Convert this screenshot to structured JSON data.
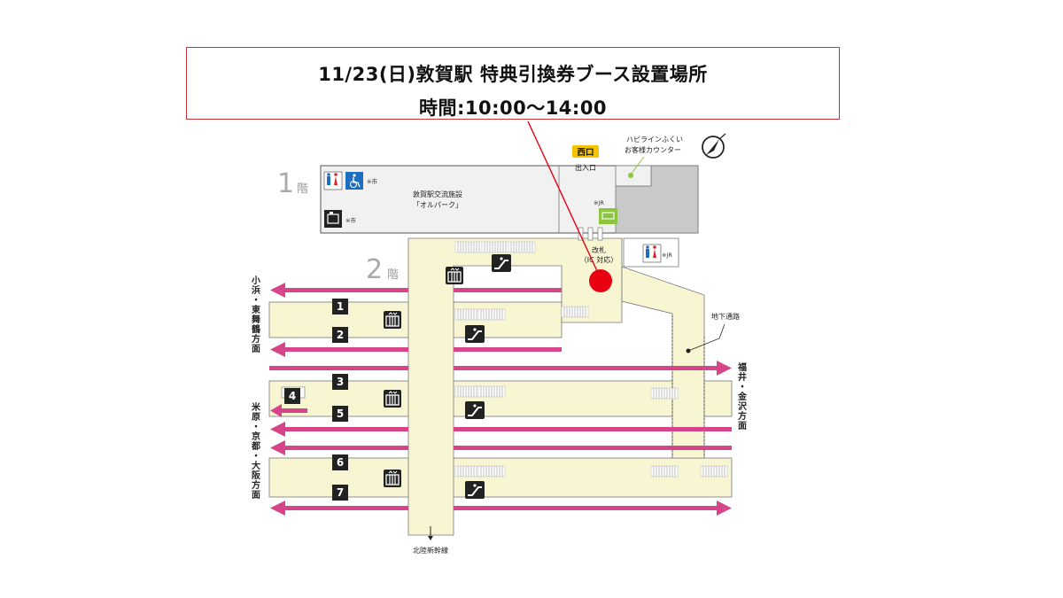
{
  "header": {
    "title_line1": "11/23(日)敦賀駅  特典引換券ブース設置場所",
    "title_line2": "時間:10:00〜14:00"
  },
  "floors": {
    "floor1_num": "1",
    "floor1_kanji": "階",
    "floor2_num": "2",
    "floor2_kanji": "階"
  },
  "labels": {
    "west_exit": "西口",
    "entrance": "出入口",
    "service_counter_line1": "ハピラインふくい",
    "service_counter_line2": "お客様カウンター",
    "facility_line1": "敦賀駅交流施設",
    "facility_line2": "「オルパーク」",
    "city_note_1": "※市",
    "city_note_2": "※市",
    "jr_note_1": "※JR",
    "jr_note_2": "※JR",
    "gate_line1": "改札",
    "gate_line2": "（IC 対応）",
    "underground_passage": "地下通路",
    "shinkansen": "北陸新幹線",
    "dir_obama_tsuruga": "小浜・東舞鶴方面",
    "dir_maibara_osaka": "米原・京都・大阪方面",
    "dir_fukui_kanazawa": "福井・金沢方面"
  },
  "platforms": [
    "1",
    "2",
    "3",
    "4",
    "5",
    "6",
    "7"
  ],
  "icons": [
    "restroom-icon",
    "accessible-icon",
    "coin-locker-icon",
    "ticket-machine-icon",
    "elevator-icon",
    "escalator-icon",
    "compass-icon",
    "booth-marker-icon"
  ],
  "colors": {
    "accent_red": "#e60012",
    "track_magenta": "#d6448a",
    "platform_cream": "#f8f5d3",
    "floor1_gray": "#f1f1f1",
    "building_gray": "#c9c9c9",
    "west_exit_yellow": "#f5c400",
    "ticket_green": "#8cc63f",
    "restroom_blue": "#1f6fc0",
    "restroom_red": "#d8242c",
    "accessible_blue": "#1f6fc0",
    "number_box": "#222222"
  }
}
